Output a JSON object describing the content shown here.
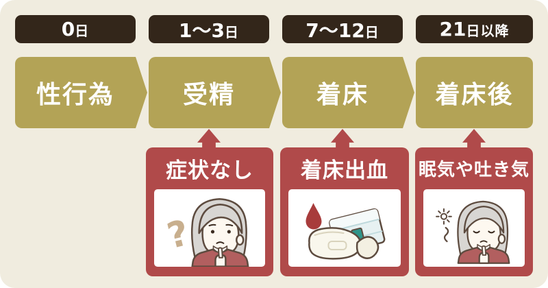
{
  "colors": {
    "board_background": "#f0ecdf",
    "day_badge": "#33261a",
    "stage_olive": "#b3a356",
    "symptom_red": "#b04a4a",
    "blood_drop_red": "#a83c3c",
    "pad_tab_teal": "#2f958a",
    "text_white": "#ffffff"
  },
  "stages": [
    {
      "day": "0日",
      "name": "性行為"
    },
    {
      "day": "1〜3日",
      "name": "受精",
      "symptom": {
        "title": "症状なし",
        "illustration": "thinking-woman-question-mark"
      }
    },
    {
      "day": "7〜12日",
      "name": "着床",
      "symptom": {
        "title": "着床出血",
        "illustration": "blood-drop-sanitary-pad"
      }
    },
    {
      "day": "21日以降",
      "name": "着床後",
      "symptom": {
        "title": "眠気や吐き気",
        "illustration": "sleepy-woman-sparkle"
      }
    }
  ]
}
